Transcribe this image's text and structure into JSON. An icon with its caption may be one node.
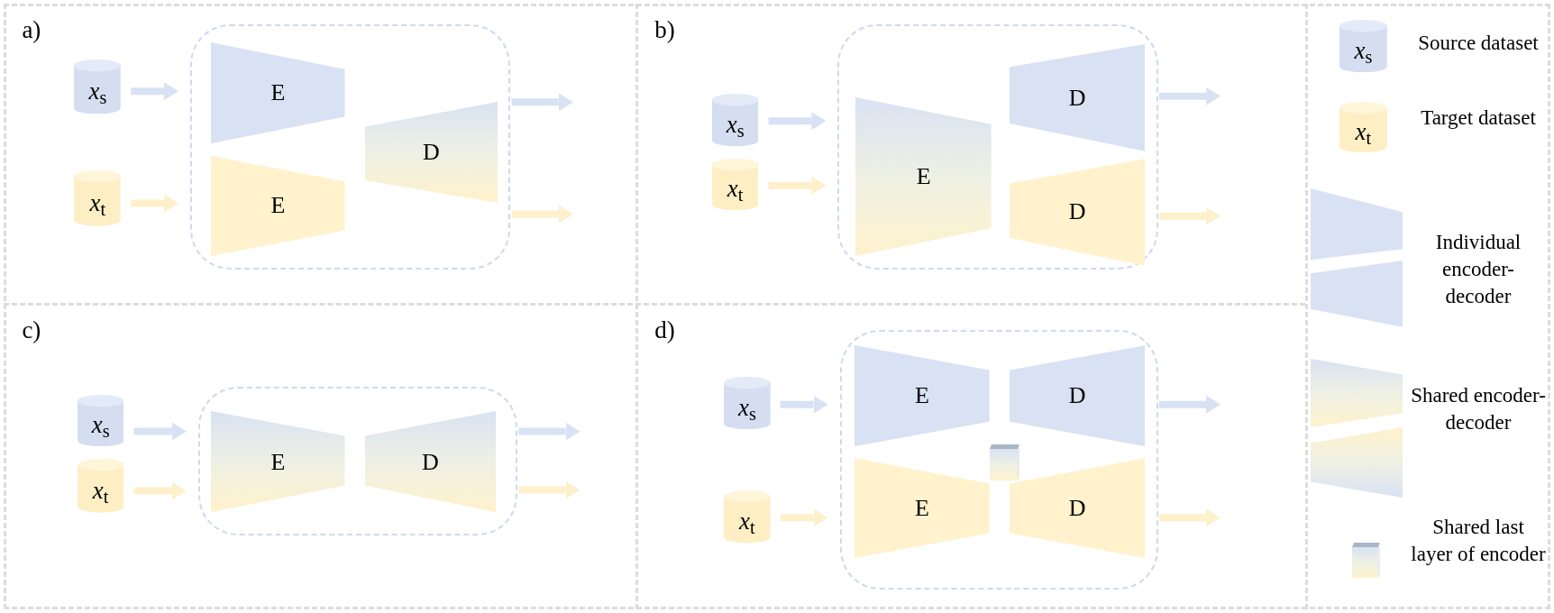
{
  "diagram": {
    "nodes": [
      {
        "text": [
          "a)"
        ]
      },
      {
        "text": [],
        "shape": "box",
        "in": 0
      },
      {
        "text": [
          "E"
        ],
        "in": 1
      },
      {
        "text": [
          "E"
        ],
        "in": 1
      },
      {
        "text": [
          "D"
        ],
        "in": 1
      },
      {
        "text": [
          "*x*$_{s}$"
        ],
        "in": 0
      },
      {
        "text": [
          "*x*$_{t}$"
        ],
        "in": 0
      },
      {
        "text": [
          "b)"
        ]
      },
      {
        "text": [],
        "shape": "box",
        "in": 7
      },
      {
        "text": [
          "E"
        ],
        "in": 8
      },
      {
        "text": [
          "D"
        ],
        "in": 8
      },
      {
        "text": [
          "D"
        ],
        "in": 8
      },
      {
        "text": [
          "*x*$_{s}$"
        ],
        "in": 7
      },
      {
        "text": [
          "*x*$_{t}$"
        ],
        "in": 7
      },
      {
        "text": [
          "c)"
        ]
      },
      {
        "text": [],
        "shape": "box",
        "in": 14
      },
      {
        "text": [
          "E"
        ],
        "in": 15
      },
      {
        "text": [
          "D"
        ],
        "in": 15
      },
      {
        "text": [
          "*x*$_{s}$"
        ],
        "in": 14
      },
      {
        "text": [
          "*x*$_{t}$"
        ],
        "in": 14
      },
      {
        "text": [
          "d)"
        ]
      },
      {
        "text": [],
        "shape": "box",
        "in": 20
      },
      {
        "text": [
          "E"
        ],
        "in": 21
      },
      {
        "text": [
          "D"
        ],
        "in": 21
      },
      {
        "text": [
          "E"
        ],
        "in": 21
      },
      {
        "text": [
          "D"
        ],
        "in": 21
      },
      {
        "text": [],
        "shape": "box",
        "in": 21
      },
      {
        "text": [
          "*x*$_{s}$"
        ],
        "in": 20
      },
      {
        "text": [
          "*x*$_{t}$"
        ],
        "in": 20
      }
    ],
    "edges": [
      {
        "from": 5,
        "to": 1,
        "arrow": "to",
        "color": "#d9e2f3"
      },
      {
        "from": 6,
        "to": 1,
        "arrow": "to",
        "color": "#fdf0cb"
      },
      {
        "from": 1,
        "to": null,
        "arrow": "to",
        "color": "#d9e2f3"
      },
      {
        "from": 1,
        "to": null,
        "arrow": "to",
        "color": "#fdf0cb"
      },
      {
        "from": 12,
        "to": 8,
        "arrow": "to",
        "color": "#d9e2f3"
      },
      {
        "from": 13,
        "to": 8,
        "arrow": "to",
        "color": "#fdf0cb"
      },
      {
        "from": 8,
        "to": null,
        "arrow": "to",
        "color": "#d9e2f3"
      },
      {
        "from": 8,
        "to": null,
        "arrow": "to",
        "color": "#fdf0cb"
      },
      {
        "from": 18,
        "to": 15,
        "arrow": "to",
        "color": "#d9e2f3"
      },
      {
        "from": 19,
        "to": 15,
        "arrow": "to",
        "color": "#fdf0cb"
      },
      {
        "from": 15,
        "to": null,
        "arrow": "to",
        "color": "#d9e2f3"
      },
      {
        "from": 15,
        "to": null,
        "arrow": "to",
        "color": "#fdf0cb"
      },
      {
        "from": 27,
        "to": 21,
        "arrow": "to",
        "color": "#d9e2f3"
      },
      {
        "from": 28,
        "to": 21,
        "arrow": "to",
        "color": "#fdf0cb"
      },
      {
        "from": 21,
        "to": null,
        "arrow": "to",
        "color": "#d9e2f3"
      },
      {
        "from": 21,
        "to": null,
        "arrow": "to",
        "color": "#fdf0cb"
      }
    ],
    "labels": [
      "*x*$_{s}$",
      "*x*$_{t}$"
    ],
    "legend": [
      {
        "text": "Source dataset"
      },
      {
        "text": "Target dataset"
      },
      {
        "text": "Individual encoder-decoder"
      },
      {
        "text": "Shared encoder-decoder"
      },
      {
        "text": "Shared last layer of encoder"
      }
    ]
  }
}
